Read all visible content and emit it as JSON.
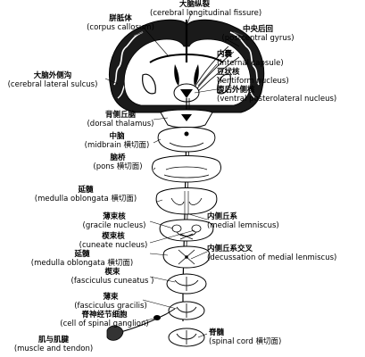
{
  "labels": {
    "longitudinal_fissure": {
      "cn": "大脑纵裂",
      "en": "(cerebral longitudinal fissure)"
    },
    "corpus_callosum": {
      "cn": "胼胝体",
      "en": "(corpus callosum)"
    },
    "postcentral_gyrus": {
      "cn": "中央后回",
      "en": "(postcentral gyrus)"
    },
    "lateral_sulcus": {
      "cn": "大脑外侧沟",
      "en": "(cerebral lateral sulcus)"
    },
    "internal_capsule": {
      "cn": "内囊",
      "en": "(internal capsule)"
    },
    "lentiform_nucleus": {
      "cn": "豆状核",
      "en": "(lentiform nucleus)"
    },
    "vpl_nucleus": {
      "cn": "腹后外侧核",
      "en": "(ventral posterolateral nucleus)"
    },
    "dorsal_thalamus": {
      "cn": "背侧丘脑",
      "en": "(dorsal thalamus)"
    },
    "midbrain": {
      "cn": "中脑",
      "en": "(midbrain 横切面)"
    },
    "pons": {
      "cn": "脑桥",
      "en": "(pons 横切面)"
    },
    "medulla_upper": {
      "cn": "延髓",
      "en": "(medulla oblongata 横切面)"
    },
    "gracile_nucleus": {
      "cn": "薄束核",
      "en": "(gracile nucleus)"
    },
    "cuneate_nucleus": {
      "cn": "楔束核",
      "en": "(cuneate nucleus)"
    },
    "medial_lemniscus": {
      "cn": "内侧丘系",
      "en": "(medial lemniscus)"
    },
    "decussation": {
      "cn": "内侧丘系交叉",
      "en": "(decussation of medial lenmiscus)"
    },
    "medulla_lower": {
      "cn": "延髓",
      "en": "(medulla oblongata 横切面)"
    },
    "fasciculus_cuneatus": {
      "cn": "楔束",
      "en": "(fasciculus cuneatus )"
    },
    "fasciculus_gracilis": {
      "cn": "薄束",
      "en": "(fasciculus gracilis)"
    },
    "spinal_ganglion": {
      "cn": "脊神经节细胞",
      "en": "(cell of spinal ganglion)"
    },
    "muscle_tendon": {
      "cn": "肌与肌腱",
      "en": "(muscle and tendon)"
    },
    "spinal_cord": {
      "cn": "脊髓",
      "en": "(spinal cord 横切面)"
    }
  }
}
